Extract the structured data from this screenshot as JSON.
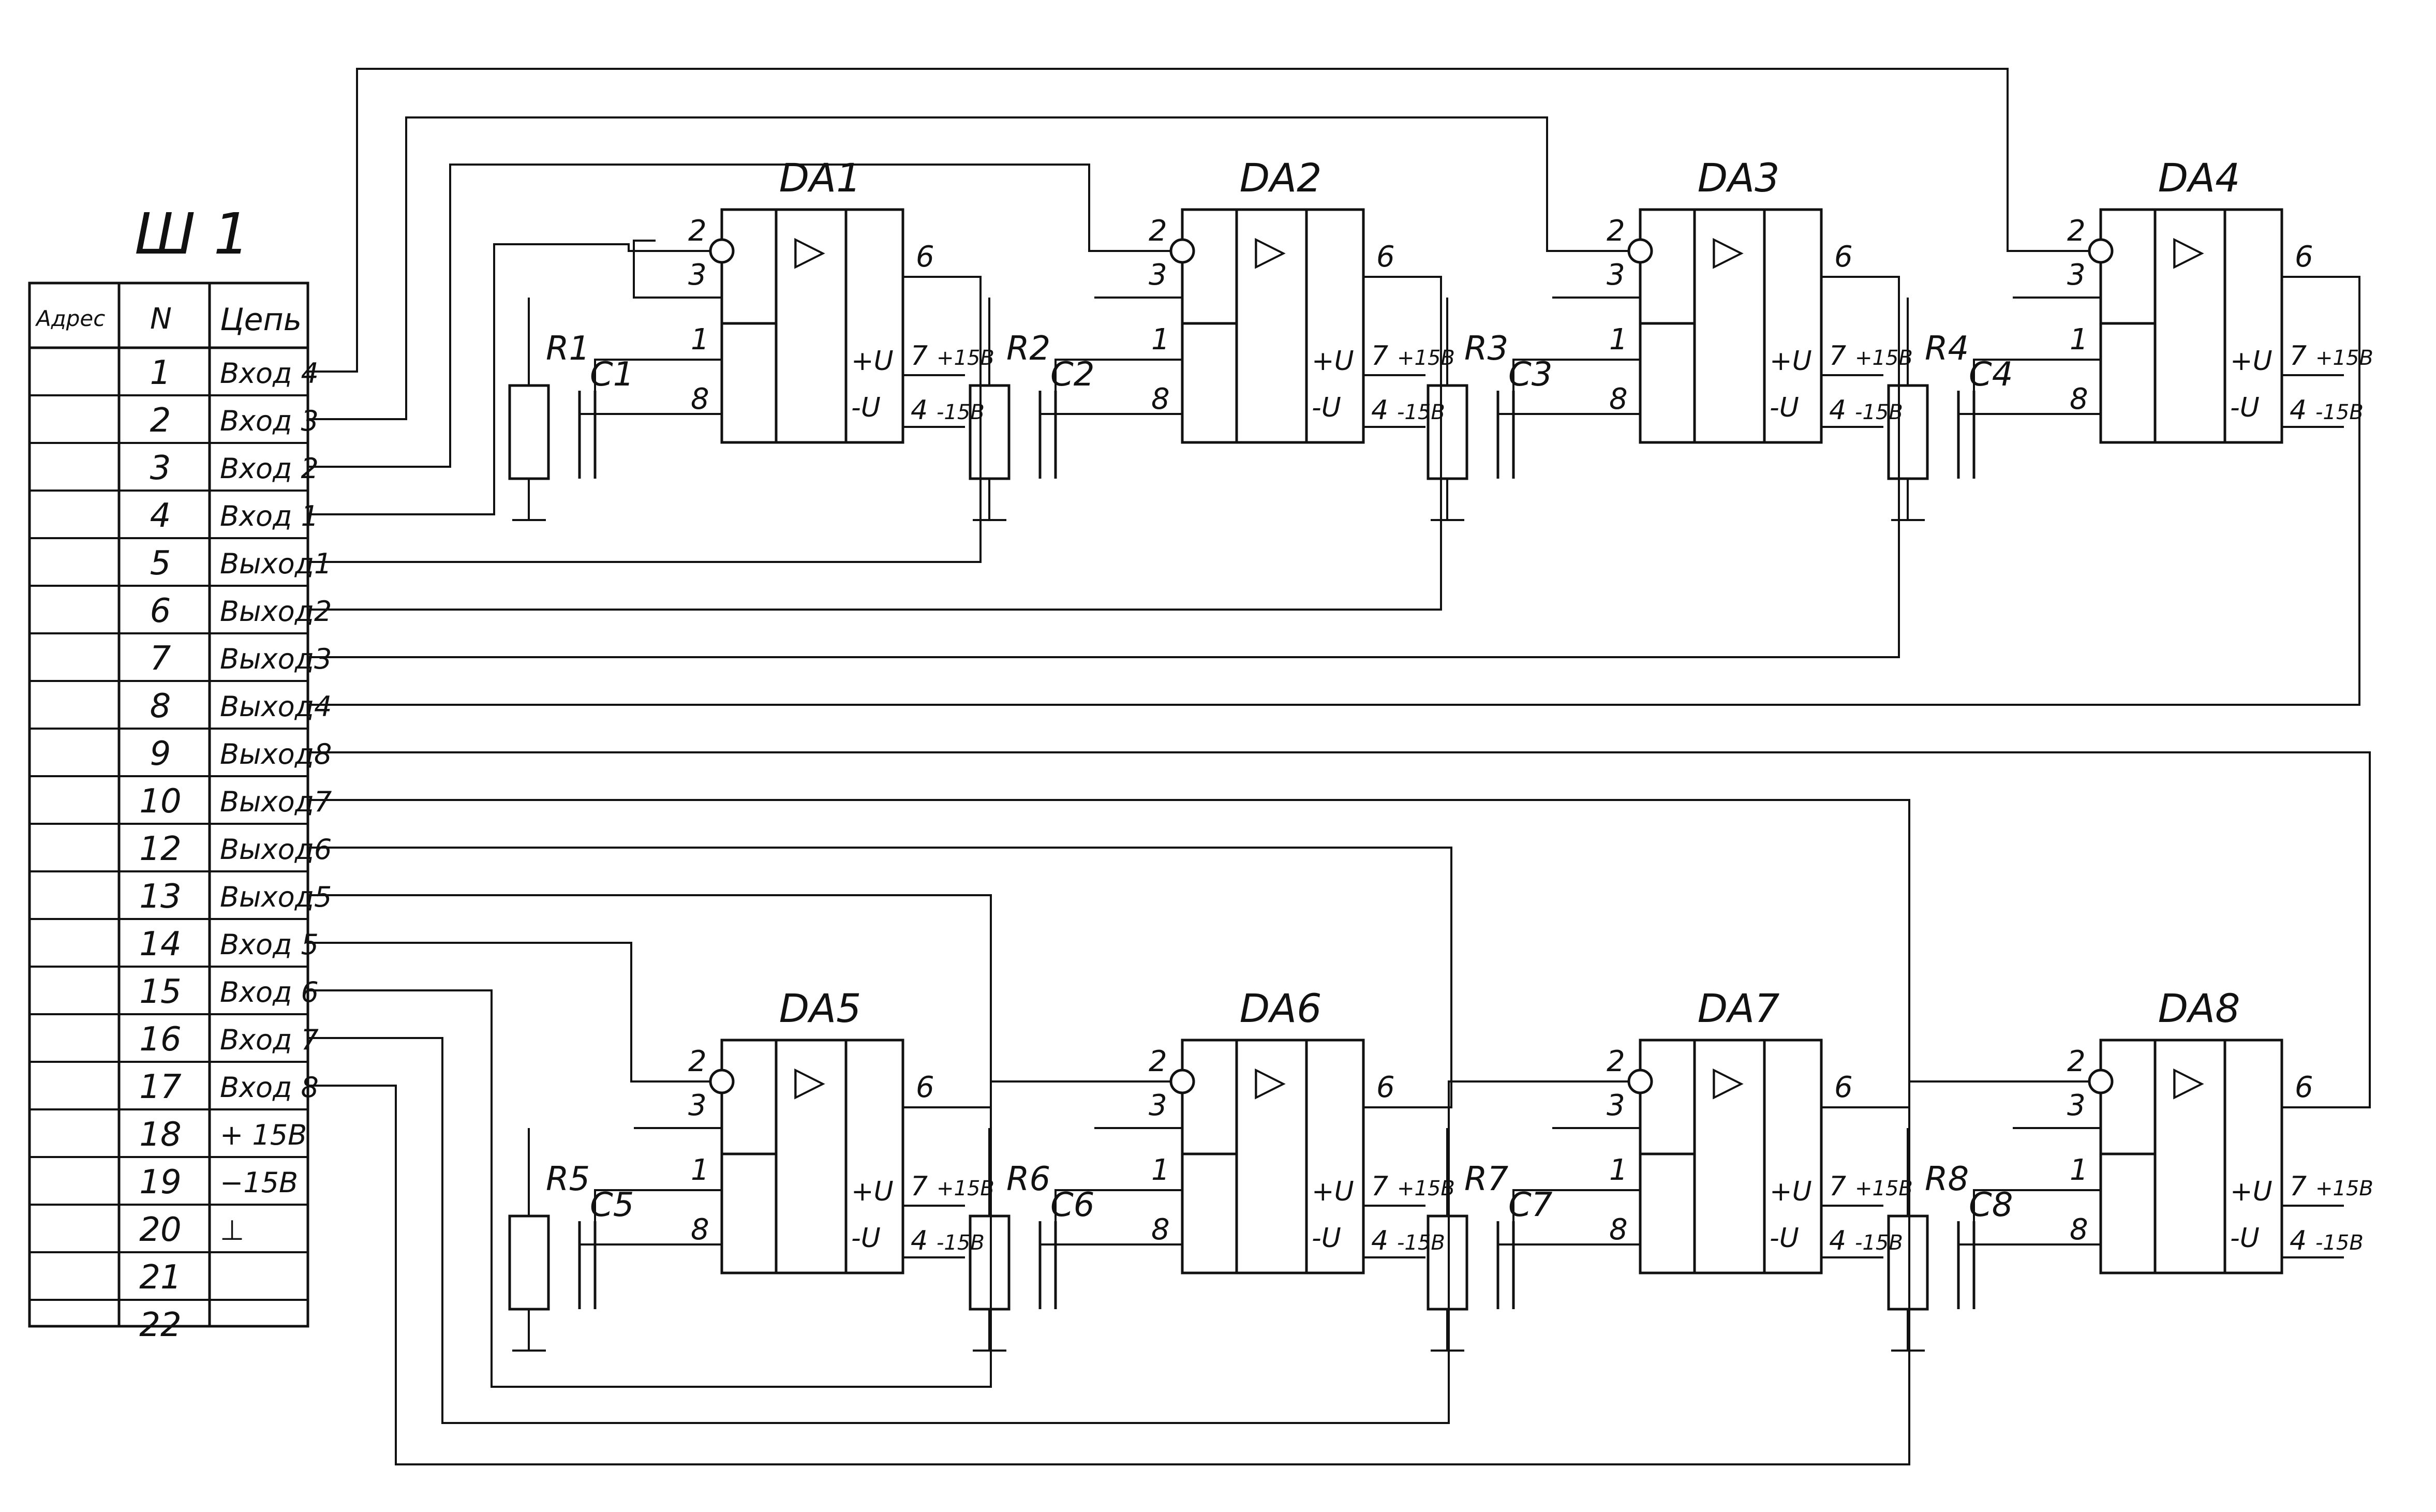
{
  "connector": {
    "title": "Ш 1",
    "headers": {
      "address": "Адрес",
      "number": "N",
      "circuit": "Цепь"
    },
    "rows": [
      {
        "n": "1",
        "circuit": "Вход 4"
      },
      {
        "n": "2",
        "circuit": "Вход 3"
      },
      {
        "n": "3",
        "circuit": "Вход 2"
      },
      {
        "n": "4",
        "circuit": "Вход 1"
      },
      {
        "n": "5",
        "circuit": "Выход1"
      },
      {
        "n": "6",
        "circuit": "Выход2"
      },
      {
        "n": "7",
        "circuit": "Выход3"
      },
      {
        "n": "8",
        "circuit": "Выход4"
      },
      {
        "n": "9",
        "circuit": "Выход8"
      },
      {
        "n": "10",
        "circuit": "Выход7"
      },
      {
        "n": "12",
        "circuit": "Выход6"
      },
      {
        "n": "13",
        "circuit": "Выход5"
      },
      {
        "n": "14",
        "circuit": "Вход 5"
      },
      {
        "n": "15",
        "circuit": "Вход 6"
      },
      {
        "n": "16",
        "circuit": "Вход 7"
      },
      {
        "n": "17",
        "circuit": "Вход 8"
      },
      {
        "n": "18",
        "circuit": "+ 15В"
      },
      {
        "n": "19",
        "circuit": "−15В"
      },
      {
        "n": "20",
        "circuit": "⊥"
      },
      {
        "n": "21",
        "circuit": ""
      },
      {
        "n": "22",
        "circuit": ""
      }
    ]
  },
  "stages": [
    {
      "chip": "DA1",
      "resistor": "R1",
      "capacitor": "C1"
    },
    {
      "chip": "DA2",
      "resistor": "R2",
      "capacitor": "C2"
    },
    {
      "chip": "DA3",
      "resistor": "R3",
      "capacitor": "C3"
    },
    {
      "chip": "DA4",
      "resistor": "R4",
      "capacitor": "C4"
    },
    {
      "chip": "DA5",
      "resistor": "R5",
      "capacitor": "C5"
    },
    {
      "chip": "DA6",
      "resistor": "R6",
      "capacitor": "C6"
    },
    {
      "chip": "DA7",
      "resistor": "R7",
      "capacitor": "C7"
    },
    {
      "chip": "DA8",
      "resistor": "R8",
      "capacitor": "C8"
    }
  ],
  "pins": {
    "inv": "2",
    "noninv": "3",
    "comp1": "1",
    "comp8": "8",
    "out": "6",
    "vpos": "7",
    "vneg": "4"
  },
  "labels": {
    "pos_supply": "+U",
    "neg_supply": "-U",
    "pos_volt": "+15В",
    "neg_volt": "-15В",
    "amp_symbol": "▷"
  }
}
